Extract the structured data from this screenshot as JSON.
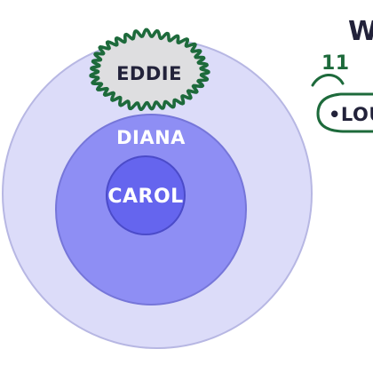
{
  "diagram": {
    "rings": {
      "outer_label": "EDDIE",
      "middle_label": "DIANA",
      "inner_label": "CAROL"
    },
    "colors": {
      "outer_fill": "#dcdcf9",
      "outer_stroke": "#b7b7e3",
      "middle_fill": "#8e8ef4",
      "middle_stroke": "#7676d9",
      "inner_fill": "#6565ee",
      "inner_stroke": "#4b4bc9",
      "cloud_fill": "#dedee0",
      "cloud_stroke": "#1d6a3b",
      "dark_text": "#22223a",
      "light_text": "#ffffff",
      "note_green": "#1d6a3b",
      "note_text": "#22223a"
    },
    "notes": {
      "top_word": "W",
      "tally": "11",
      "bubble_text": "•LOU"
    }
  }
}
